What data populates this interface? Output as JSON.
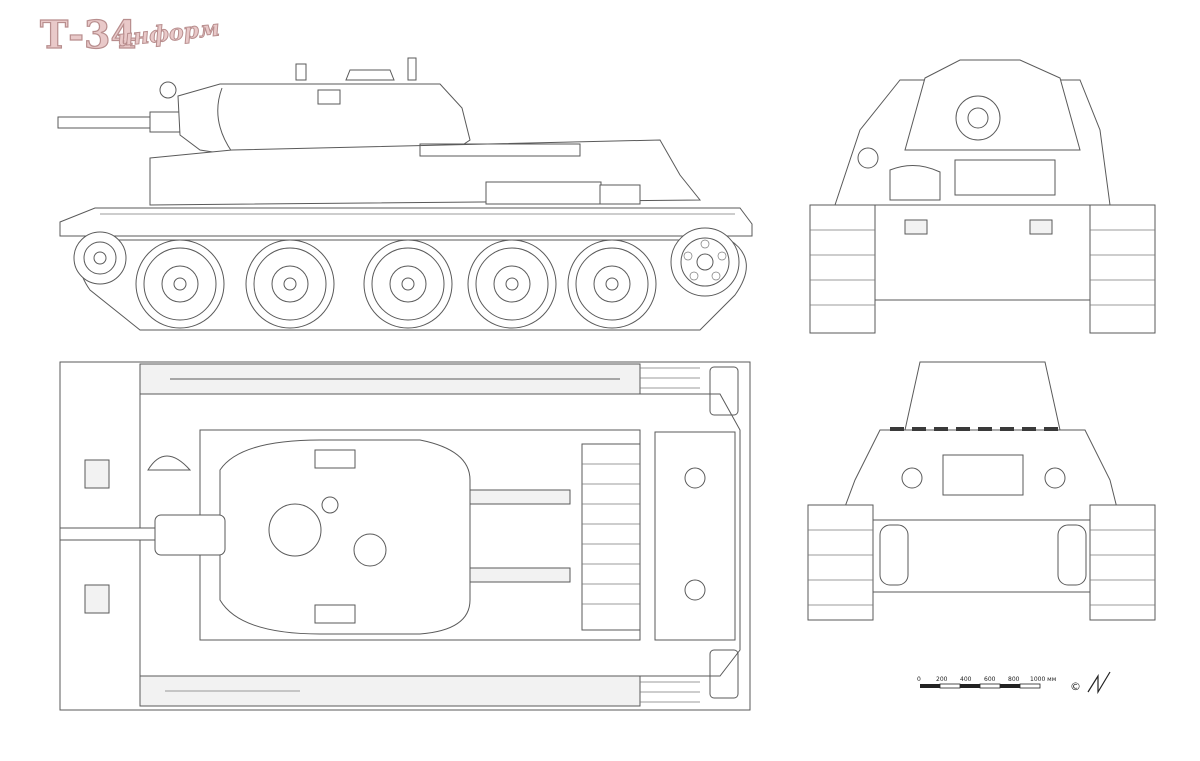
{
  "logo": {
    "main": "Т-34",
    "sub": "информ"
  },
  "scale": {
    "ticks": [
      "0",
      "200",
      "400",
      "600",
      "800",
      "1000 мм"
    ]
  },
  "copyright": {
    "symbol": "©"
  },
  "colors": {
    "line": "#5a5a5a",
    "logo_fill": "#e9c9c9",
    "logo_stroke": "#b88e8e",
    "background": "#ffffff"
  }
}
